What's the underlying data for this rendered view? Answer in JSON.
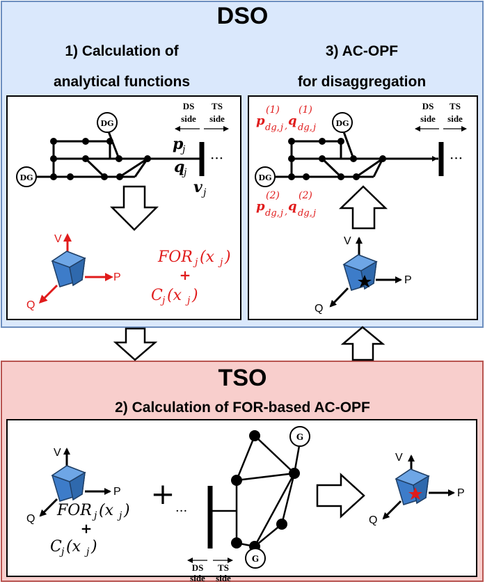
{
  "dso": {
    "title": "DSO",
    "step1_line1": "1) Calculation of",
    "step1_line2": "analytical functions",
    "step3_line1": "3) AC-OPF",
    "step3_line2": "for disaggregation"
  },
  "tso": {
    "title": "TSO",
    "step2": "2) Calculation of FOR-based AC-OPF"
  },
  "labels": {
    "dg": "DG",
    "g": "G",
    "ds": "DS",
    "ts": "TS",
    "side": "side",
    "dots": "···",
    "plus": "+",
    "axis_v": "V",
    "axis_p": "P",
    "axis_q": "Q",
    "p_j": "p",
    "q_j": "q",
    "v_j": "v",
    "sub_j": "j",
    "for_expr": "FOR",
    "for_arg": "(x",
    "c_expr": "C",
    "c_arg": "(x",
    "sup1": "(1)",
    "sup2": "(2)",
    "sub_dg": "dg,",
    "sub_j_comma": ",",
    "close_paren": ")"
  },
  "colors": {
    "dso_bg": "#dae8fc",
    "dso_border": "#6c8ebf",
    "tso_bg": "#f8cecc",
    "tso_border": "#b85450",
    "accent_red": "#e01b1b",
    "cube_blue": "#3d7cc9"
  }
}
